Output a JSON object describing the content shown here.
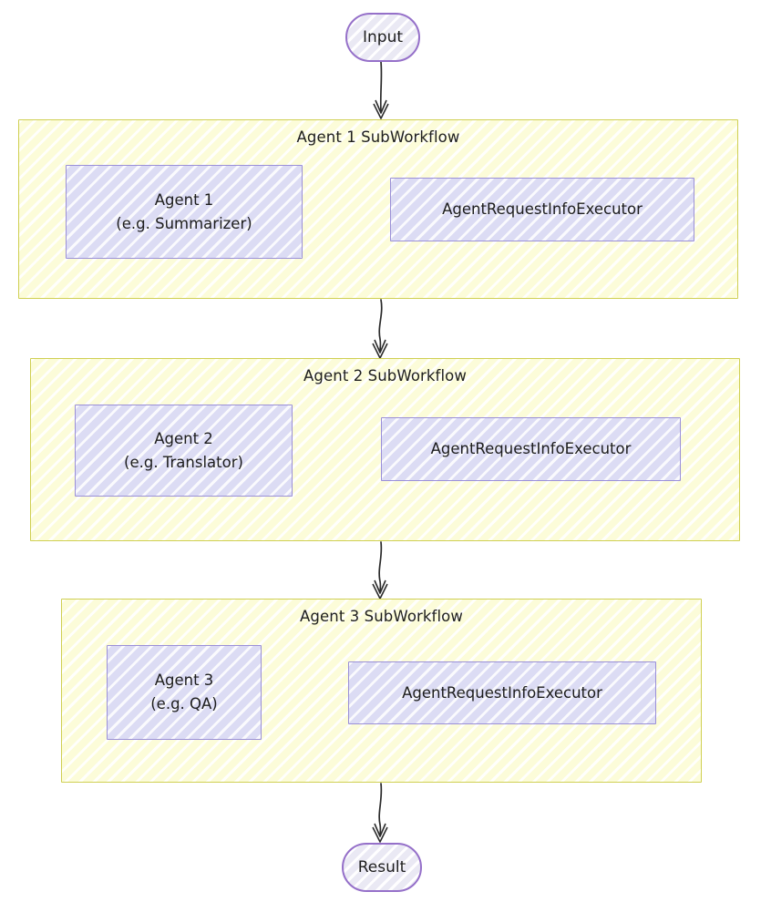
{
  "diagram": {
    "type": "flowchart",
    "orientation": "top-to-bottom",
    "style": "hand-drawn-sketch",
    "colors": {
      "subgraph_fill": "#fcfcd9",
      "subgraph_border": "#cfcf52",
      "node_fill": "#dcdcf4",
      "node_border": "#9a8fd8",
      "terminal_border": "#9570c9",
      "terminal_fill": "#f7f6fb",
      "edge": "#2b2b2b",
      "text": "#1d1d1d"
    }
  },
  "terminals": {
    "input": {
      "label": "Input"
    },
    "result": {
      "label": "Result"
    }
  },
  "subgraphs": [
    {
      "id": "agent-1-subworkflow",
      "title": "Agent 1 SubWorkflow",
      "agent": {
        "line1": "Agent 1",
        "line2": "(e.g. Summarizer)"
      },
      "executor": {
        "label": "AgentRequestInfoExecutor"
      }
    },
    {
      "id": "agent-2-subworkflow",
      "title": "Agent 2 SubWorkflow",
      "agent": {
        "line1": "Agent 2",
        "line2": "(e.g. Translator)"
      },
      "executor": {
        "label": "AgentRequestInfoExecutor"
      }
    },
    {
      "id": "agent-3-subworkflow",
      "title": "Agent 3 SubWorkflow",
      "agent": {
        "line1": "Agent 3",
        "line2": "(e.g. QA)"
      },
      "executor": {
        "label": "AgentRequestInfoExecutor"
      }
    }
  ],
  "edges": [
    {
      "from": "Input",
      "to": "Agent 1 SubWorkflow",
      "label": ""
    },
    {
      "from": "Agent 1",
      "to": "AgentRequestInfoExecutor",
      "label": ""
    },
    {
      "from": "AgentRequestInfoExecutor",
      "to": "Agent 1",
      "label": ""
    },
    {
      "from": "Agent 1 SubWorkflow",
      "to": "Agent 2 SubWorkflow",
      "label": ""
    },
    {
      "from": "Agent 2",
      "to": "AgentRequestInfoExecutor",
      "label": ""
    },
    {
      "from": "AgentRequestInfoExecutor",
      "to": "Agent 2",
      "label": ""
    },
    {
      "from": "Agent 2 SubWorkflow",
      "to": "Agent 3 SubWorkflow",
      "label": ""
    },
    {
      "from": "Agent 3",
      "to": "AgentRequestInfoExecutor",
      "label": ""
    },
    {
      "from": "AgentRequestInfoExecutor",
      "to": "Agent 3",
      "label": ""
    },
    {
      "from": "Agent 3 SubWorkflow",
      "to": "Result",
      "label": ""
    }
  ]
}
